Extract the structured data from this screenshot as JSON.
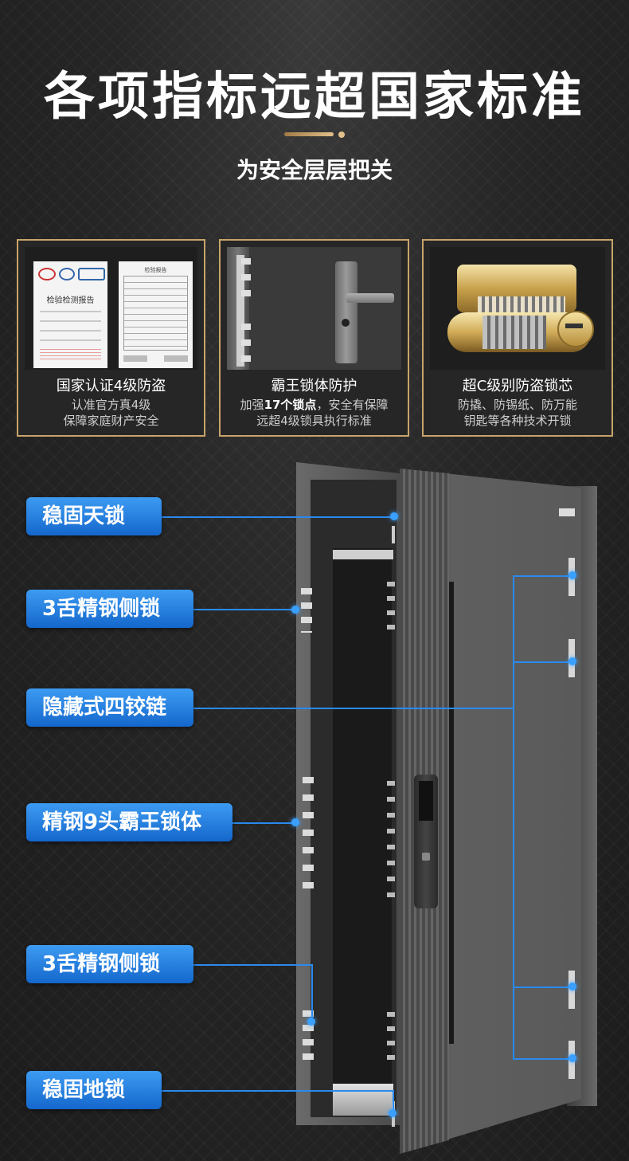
{
  "header": {
    "title": "各项指标远超国家标准",
    "subtitle": "为安全层层把关"
  },
  "cards": [
    {
      "title": "国家认证4级防盗",
      "line1": "认准官方真4级",
      "line2": "保障家庭财产安全",
      "doc_heading": "检验检测报告",
      "doc2_heading": "检验报告"
    },
    {
      "title": "霸王锁体防护",
      "line1_pre": "加强",
      "line1_bold": "17个锁点",
      "line1_post": "，安全有保障",
      "line2": "远超4级锁具执行标准"
    },
    {
      "title": "超C级别防盗锁芯",
      "line1": "防撬、防锡纸、防万能",
      "line2": "钥匙等各种技术开锁"
    }
  ],
  "callouts": [
    {
      "label": "稳固天锁"
    },
    {
      "label": "3舌精钢侧锁"
    },
    {
      "label": "隐藏式四铰链"
    },
    {
      "label": "精钢9头霸王锁体"
    },
    {
      "label": "3舌精钢侧锁"
    },
    {
      "label": "稳固地锁"
    }
  ],
  "colors": {
    "accent_gold": "#c8a46a",
    "callout_blue": "#2a8aee",
    "door_gray": "#5a5a5a"
  }
}
